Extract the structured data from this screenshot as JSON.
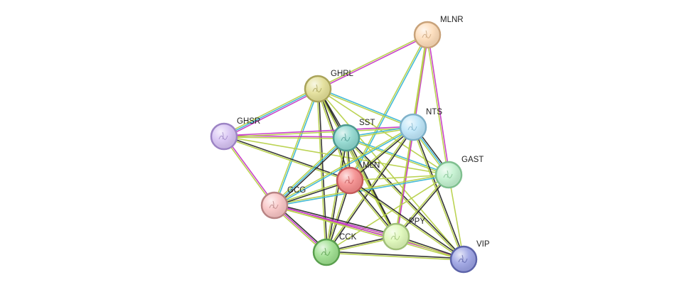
{
  "graph": {
    "nodes": [
      {
        "id": "MLNR",
        "label": "MLNR",
        "fill": "#fddcb9",
        "stroke": "#c8a27a"
      },
      {
        "id": "GHRL",
        "label": "GHRL",
        "fill": "#e3df97",
        "stroke": "#a9a35a"
      },
      {
        "id": "NTS",
        "label": "NTS",
        "fill": "#bde5f8",
        "stroke": "#7fb1c9"
      },
      {
        "id": "SST",
        "label": "SST",
        "fill": "#8fd8cf",
        "stroke": "#4e9a91"
      },
      {
        "id": "GHSR",
        "label": "GHSR",
        "fill": "#d7c3f3",
        "stroke": "#9c84c4"
      },
      {
        "id": "GAST",
        "label": "GAST",
        "fill": "#c2f1cf",
        "stroke": "#7fbf8f"
      },
      {
        "id": "MLN",
        "label": "MLN",
        "fill": "#f58c8c",
        "stroke": "#c45a5a"
      },
      {
        "id": "GCG",
        "label": "GCG",
        "fill": "#f8c4c4",
        "stroke": "#b88484"
      },
      {
        "id": "PPY",
        "label": "PPY",
        "fill": "#def8b8",
        "stroke": "#9fbf78"
      },
      {
        "id": "CCK",
        "label": "CCK",
        "fill": "#9ddf8e",
        "stroke": "#5a9f4e"
      },
      {
        "id": "VIP",
        "label": "VIP",
        "fill": "#9ba2e3",
        "stroke": "#5c63a8"
      }
    ],
    "edge_colors": {
      "coexpression": "#2b2b2b",
      "textmining": "#b7d14a",
      "experiments": "#c63ac6",
      "database": "#3bb6d4"
    },
    "edges": [
      {
        "source": "MLNR",
        "target": "GHRL",
        "types": [
          "experiments",
          "textmining"
        ]
      },
      {
        "source": "MLNR",
        "target": "NTS",
        "types": [
          "experiments",
          "textmining"
        ]
      },
      {
        "source": "MLNR",
        "target": "GAST",
        "types": [
          "experiments",
          "textmining"
        ]
      },
      {
        "source": "MLNR",
        "target": "MLN",
        "types": [
          "database",
          "textmining"
        ]
      },
      {
        "source": "MLNR",
        "target": "PPY",
        "types": [
          "textmining"
        ]
      },
      {
        "source": "GHRL",
        "target": "GHSR",
        "types": [
          "experiments",
          "database",
          "textmining"
        ]
      },
      {
        "source": "GHRL",
        "target": "SST",
        "types": [
          "coexpression",
          "textmining"
        ]
      },
      {
        "source": "GHRL",
        "target": "NTS",
        "types": [
          "database",
          "textmining"
        ]
      },
      {
        "source": "GHRL",
        "target": "MLN",
        "types": [
          "coexpression",
          "textmining"
        ]
      },
      {
        "source": "GHRL",
        "target": "GCG",
        "types": [
          "database",
          "textmining"
        ]
      },
      {
        "source": "GHRL",
        "target": "CCK",
        "types": [
          "coexpression",
          "textmining"
        ]
      },
      {
        "source": "GHRL",
        "target": "PPY",
        "types": [
          "coexpression",
          "textmining"
        ]
      },
      {
        "source": "GHRL",
        "target": "GAST",
        "types": [
          "textmining"
        ]
      },
      {
        "source": "GHRL",
        "target": "VIP",
        "types": [
          "textmining"
        ]
      },
      {
        "source": "GHSR",
        "target": "SST",
        "types": [
          "experiments",
          "textmining"
        ]
      },
      {
        "source": "GHSR",
        "target": "NTS",
        "types": [
          "experiments",
          "textmining"
        ]
      },
      {
        "source": "GHSR",
        "target": "MLN",
        "types": [
          "coexpression",
          "textmining"
        ]
      },
      {
        "source": "GHSR",
        "target": "GCG",
        "types": [
          "experiments",
          "textmining"
        ]
      },
      {
        "source": "GHSR",
        "target": "GAST",
        "types": [
          "textmining"
        ]
      },
      {
        "source": "SST",
        "target": "NTS",
        "types": [
          "database",
          "textmining"
        ]
      },
      {
        "source": "SST",
        "target": "MLN",
        "types": [
          "coexpression",
          "textmining"
        ]
      },
      {
        "source": "SST",
        "target": "GCG",
        "types": [
          "coexpression",
          "database",
          "textmining"
        ]
      },
      {
        "source": "SST",
        "target": "CCK",
        "types": [
          "coexpression",
          "textmining"
        ]
      },
      {
        "source": "SST",
        "target": "PPY",
        "types": [
          "coexpression",
          "textmining"
        ]
      },
      {
        "source": "SST",
        "target": "VIP",
        "types": [
          "coexpression",
          "textmining"
        ]
      },
      {
        "source": "SST",
        "target": "GAST",
        "types": [
          "database",
          "textmining"
        ]
      },
      {
        "source": "NTS",
        "target": "GAST",
        "types": [
          "coexpression",
          "database",
          "textmining"
        ]
      },
      {
        "source": "NTS",
        "target": "MLN",
        "types": [
          "coexpression",
          "textmining"
        ]
      },
      {
        "source": "NTS",
        "target": "GCG",
        "types": [
          "database",
          "textmining"
        ]
      },
      {
        "source": "NTS",
        "target": "CCK",
        "types": [
          "coexpression",
          "textmining"
        ]
      },
      {
        "source": "NTS",
        "target": "PPY",
        "types": [
          "experiments",
          "textmining"
        ]
      },
      {
        "source": "NTS",
        "target": "VIP",
        "types": [
          "coexpression",
          "textmining"
        ]
      },
      {
        "source": "GAST",
        "target": "GCG",
        "types": [
          "database",
          "textmining"
        ]
      },
      {
        "source": "GAST",
        "target": "CCK",
        "types": [
          "textmining"
        ]
      },
      {
        "source": "GAST",
        "target": "PPY",
        "types": [
          "coexpression",
          "textmining"
        ]
      },
      {
        "source": "GAST",
        "target": "VIP",
        "types": [
          "textmining"
        ]
      },
      {
        "source": "GAST",
        "target": "MLN",
        "types": [
          "textmining"
        ]
      },
      {
        "source": "MLN",
        "target": "GCG",
        "types": [
          "coexpression",
          "textmining"
        ]
      },
      {
        "source": "MLN",
        "target": "CCK",
        "types": [
          "coexpression",
          "textmining"
        ]
      },
      {
        "source": "MLN",
        "target": "PPY",
        "types": [
          "coexpression",
          "textmining"
        ]
      },
      {
        "source": "MLN",
        "target": "VIP",
        "types": [
          "coexpression",
          "textmining"
        ]
      },
      {
        "source": "GCG",
        "target": "CCK",
        "types": [
          "coexpression",
          "experiments",
          "textmining"
        ]
      },
      {
        "source": "GCG",
        "target": "PPY",
        "types": [
          "coexpression",
          "experiments",
          "textmining"
        ]
      },
      {
        "source": "GCG",
        "target": "VIP",
        "types": [
          "experiments",
          "textmining"
        ]
      },
      {
        "source": "CCK",
        "target": "PPY",
        "types": [
          "coexpression",
          "textmining"
        ]
      },
      {
        "source": "CCK",
        "target": "VIP",
        "types": [
          "coexpression",
          "textmining"
        ]
      },
      {
        "source": "PPY",
        "target": "VIP",
        "types": [
          "coexpression",
          "textmining"
        ]
      }
    ]
  }
}
